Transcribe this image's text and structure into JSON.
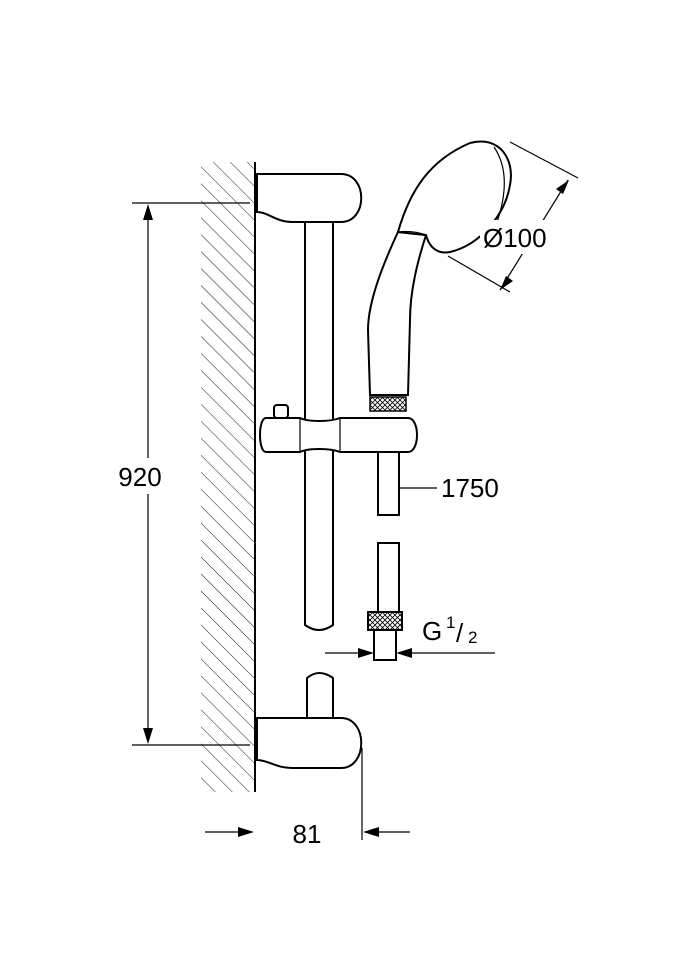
{
  "dimensions": {
    "rail_height": "920",
    "hose_length": "1750",
    "head_diameter": "Ø100",
    "wall_projection": "81",
    "connection_prefix": "G",
    "connection_numerator": "1",
    "connection_denominator": "2"
  }
}
